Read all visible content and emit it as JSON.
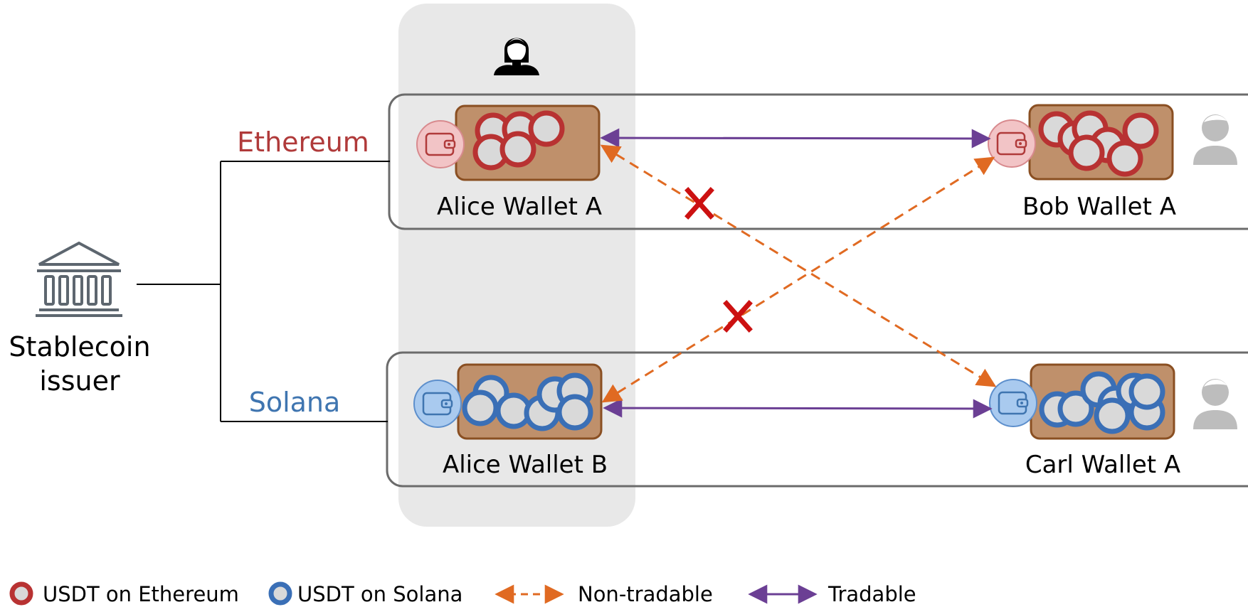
{
  "issuer": {
    "label_line1": "Stablecoin",
    "label_line2": "issuer",
    "icon": "bank-icon"
  },
  "chains": {
    "ethereum": {
      "label": "Ethereum",
      "color": "#b03a3a"
    },
    "solana": {
      "label": "Solana",
      "color": "#3f75b0"
    }
  },
  "wallets": {
    "alice_a": {
      "label": "Alice Wallet A"
    },
    "bob_a": {
      "label": "Bob Wallet A"
    },
    "alice_b": {
      "label": "Alice Wallet B"
    },
    "carl_a": {
      "label": "Carl Wallet A"
    }
  },
  "legend": {
    "eth": "USDT on Ethereum",
    "sol": "USDT on Solana",
    "nontradable": "Non-tradable",
    "tradable": "Tradable"
  },
  "colors": {
    "eth_coin": "#b83232",
    "sol_coin": "#3a6fb6",
    "coin_fill": "#d9d9d9",
    "wallet_bg": "#bf906b",
    "wallet_border": "#8a4f22",
    "tradable": "#6b3f94",
    "nontradable": "#e06a22",
    "cross": "#cc1111",
    "alice_column": "#e8e8e8"
  }
}
